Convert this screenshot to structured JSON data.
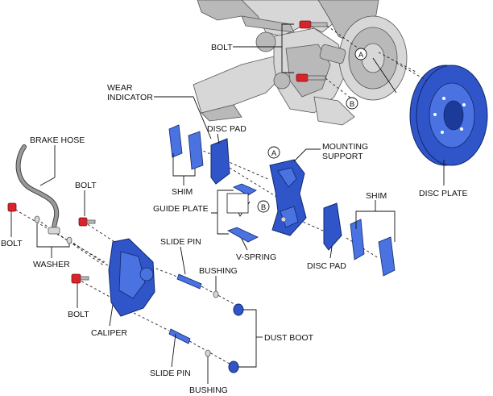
{
  "labels": {
    "bolt_top": "BOLT",
    "wear_indicator_1": "WEAR",
    "wear_indicator_2": "INDICATOR",
    "disc_pad_upper": "DISC PAD",
    "shim_left": "SHIM",
    "mounting_support_1": "MOUNTING",
    "mounting_support_2": "SUPPORT",
    "disc_plate": "DISC PLATE",
    "brake_hose": "BRAKE HOSE",
    "bolt_mid": "BOLT",
    "guide_plate": "GUIDE PLATE",
    "shim_right": "SHIM",
    "bolt_left": "BOLT",
    "washer": "WASHER",
    "slide_pin_upper": "SLIDE PIN",
    "v_spring": "V-SPRING",
    "disc_pad_lower": "DISC PAD",
    "bushing_upper": "BUSHING",
    "bolt_lower": "BOLT",
    "caliper": "CALIPER",
    "dust_boot": "DUST BOOT",
    "slide_pin_lower": "SLIDE PIN",
    "bushing_lower": "BUSHING"
  },
  "markers": {
    "a": "A",
    "b": "B"
  },
  "colors": {
    "part_blue": "#2f55c8",
    "bolt_red": "#d8232a",
    "knuckle_grey": "#d7d7d7"
  }
}
